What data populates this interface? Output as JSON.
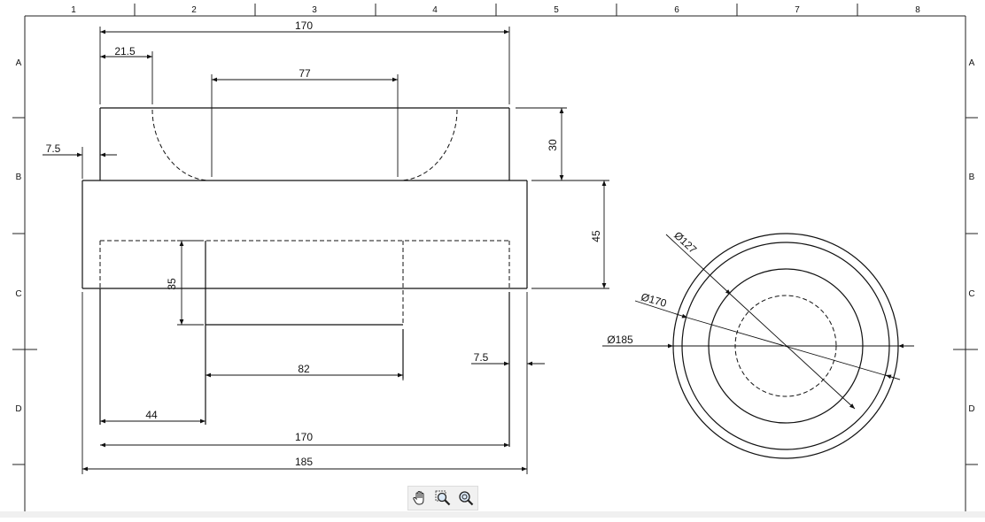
{
  "drawing": {
    "column_labels": [
      "1",
      "2",
      "3",
      "4",
      "5",
      "6",
      "7",
      "8"
    ],
    "row_labels": [
      "A",
      "B",
      "C",
      "D"
    ],
    "front_view_dimensions": {
      "top_width": "170",
      "left_offset": "21.5",
      "cutout_width": "77",
      "step_offset": "7.5",
      "top_height": "30",
      "base_height": "45",
      "bore_depth": "35",
      "bore_width": "82",
      "right_offset": "7.5",
      "left_bore": "44",
      "inner_width": "170",
      "overall_width": "185"
    },
    "side_view_dimensions": {
      "diameter_127": "Ø127",
      "diameter_170": "Ø170",
      "diameter_185": "Ø185"
    }
  },
  "toolbar": {
    "tools": [
      {
        "name": "pan-tool",
        "icon": "hand-icon"
      },
      {
        "name": "zoom-window-tool",
        "icon": "zoom-window-icon"
      },
      {
        "name": "zoom-tool",
        "icon": "zoom-icon"
      }
    ]
  }
}
